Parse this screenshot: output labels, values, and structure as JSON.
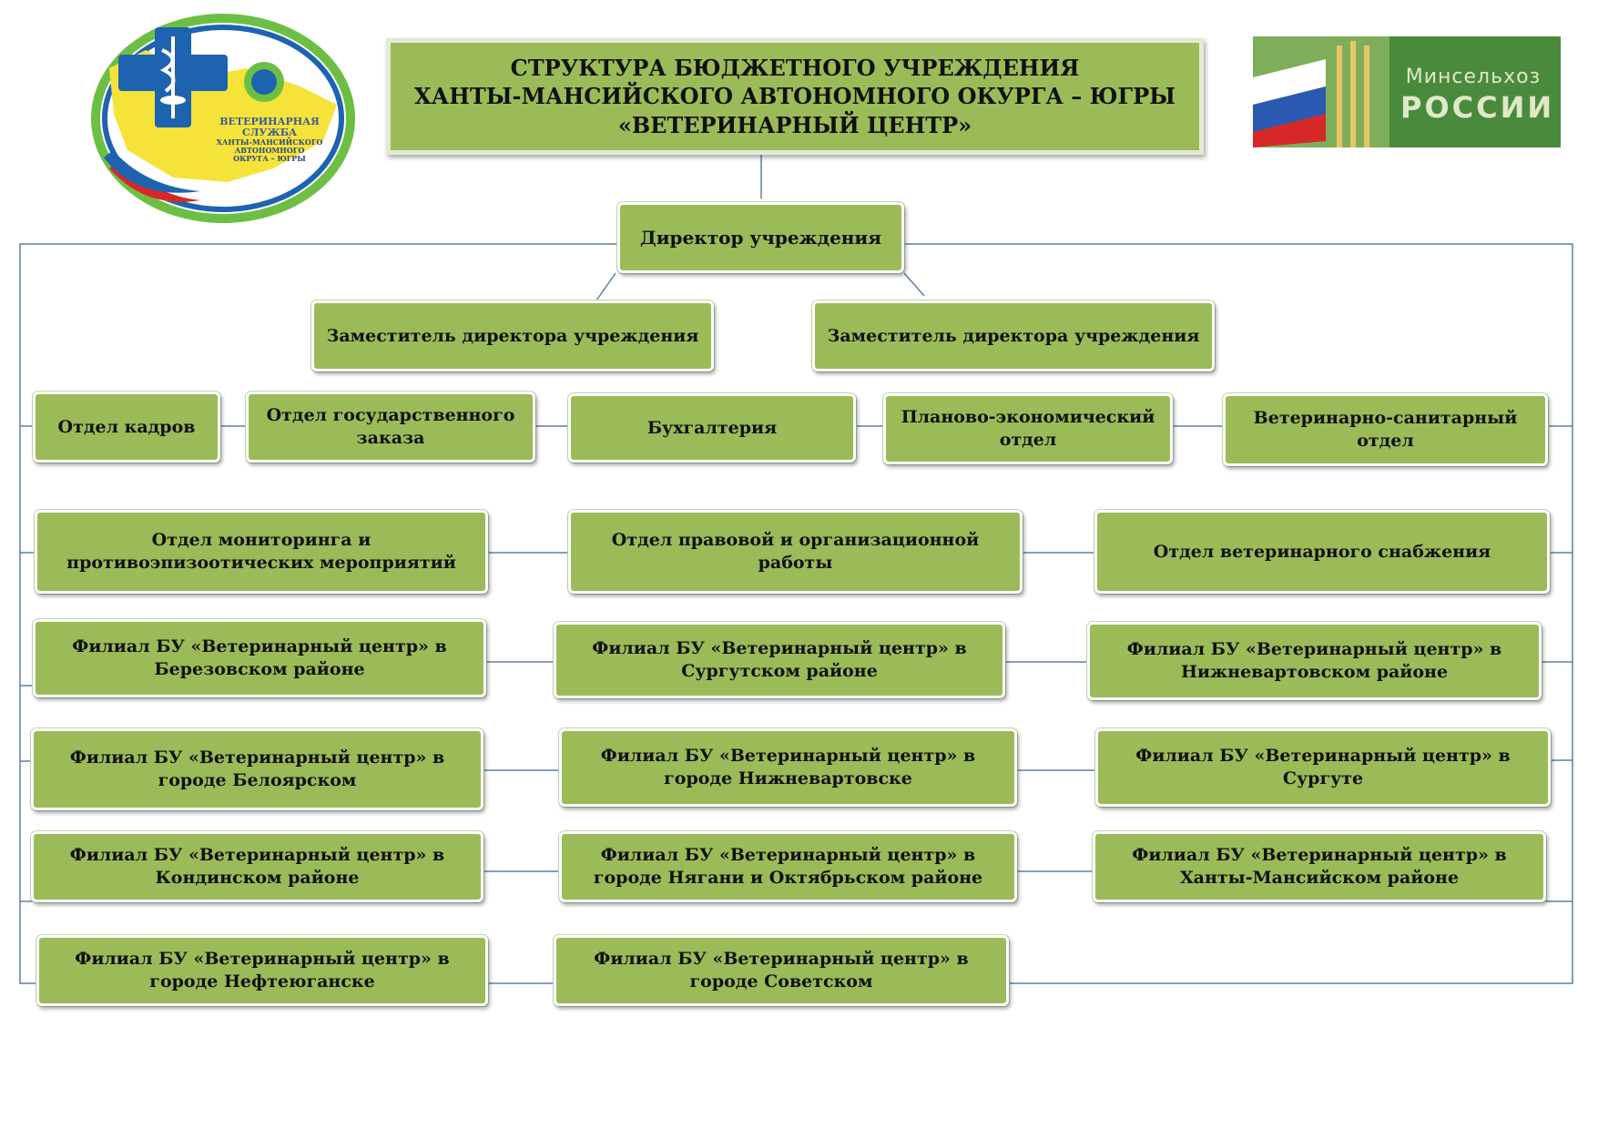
{
  "title": {
    "line1": "СТРУКТУРА БЮДЖЕТНОГО УЧРЕЖДЕНИЯ",
    "line2": "ХАНТЫ-МАНСИЙСКОГО АВТОНОМНОГО ОКУРГА – ЮГРЫ",
    "line3": "«ВЕТЕРИНАРНЫЙ ЦЕНТР»"
  },
  "logos": {
    "left": {
      "line1": "ВЕТЕРИНАРНАЯ",
      "line2": "СЛУЖБА",
      "line3": "ХАНТЫ-МАНСИЙСКОГО",
      "line4": "АВТОНОМНОГО",
      "line5": "ОКРУГА – ЮГРЫ"
    },
    "right": {
      "line1": "Минсельхоз",
      "line2": "РОССИИ"
    }
  },
  "director": "Директор учреждения",
  "deputies": [
    "Заместитель директора учреждения",
    "Заместитель директора учреждения"
  ],
  "departments_row1": [
    "Отдел кадров",
    "Отдел государственного заказа",
    "Бухгалтерия",
    "Планово-экономический отдел",
    "Ветеринарно-санитарный отдел"
  ],
  "departments_row2": [
    "Отдел мониторинга и противоэпизоотических мероприятий",
    "Отдел правовой и организационной работы",
    "Отдел ветеринарного снабжения"
  ],
  "branches": [
    "Филиал БУ «Ветеринарный центр» в Березовском районе",
    "Филиал БУ «Ветеринарный центр» в Сургутском районе",
    "Филиал БУ «Ветеринарный центр» в Нижневартовском районе",
    "Филиал БУ «Ветеринарный центр» в городе Белоярском",
    "Филиал БУ «Ветеринарный центр» в городе Нижневартовске",
    "Филиал БУ «Ветеринарный центр» в Сургуте",
    "Филиал БУ «Ветеринарный центр» в Кондинском районе",
    "Филиал БУ «Ветеринарный центр» в городе Нягани и Октябрьском районе",
    "Филиал БУ «Ветеринарный центр» в Ханты-Мансийском районе",
    "Филиал БУ «Ветеринарный центр» в городе Нефтеюганске",
    "Филиал БУ «Ветеринарный центр» в городе Советском"
  ],
  "colors": {
    "box_fill": "#9bbb59",
    "connector": "#5b7fa8",
    "logo_blue": "#1e63b0",
    "logo_yellow": "#f5e33a",
    "logo_green": "#6dbf44"
  }
}
